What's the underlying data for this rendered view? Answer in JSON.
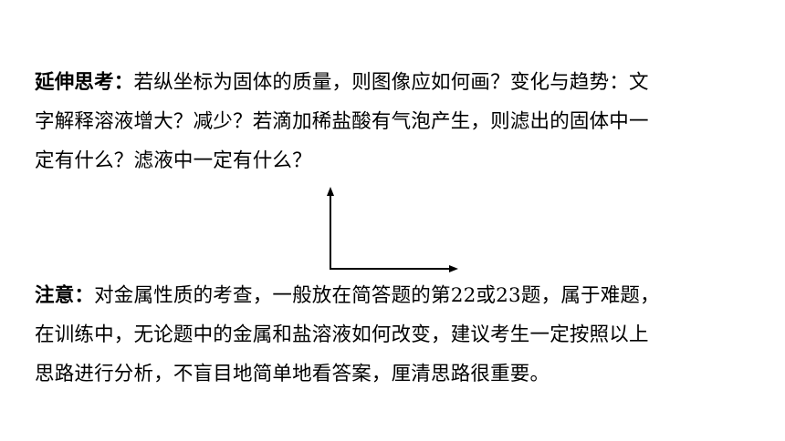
{
  "extension_thinking": {
    "label": "延伸思考：",
    "line1": "若纵坐标为固体的质量，则图像应如何画？变化与趋势：文",
    "line2": "字解释溶液增大？减少？若滴加稀盐酸有气泡产生，则滤出的固体中一",
    "line3": "定有什么？滤液中一定有什么？"
  },
  "note": {
    "label": "注意：",
    "line1": "对金属性质的考查，一般放在简答题的第22或23题，属于难题，",
    "line2": "在训练中，无论题中的金属和盐溶液如何改变，建议考生一定按照以上",
    "line3": "思路进行分析，不盲目地简单地看答案，厘清思路很重要。"
  },
  "colors": {
    "text": "#000000",
    "background": "#ffffff",
    "axis": "#000000"
  }
}
